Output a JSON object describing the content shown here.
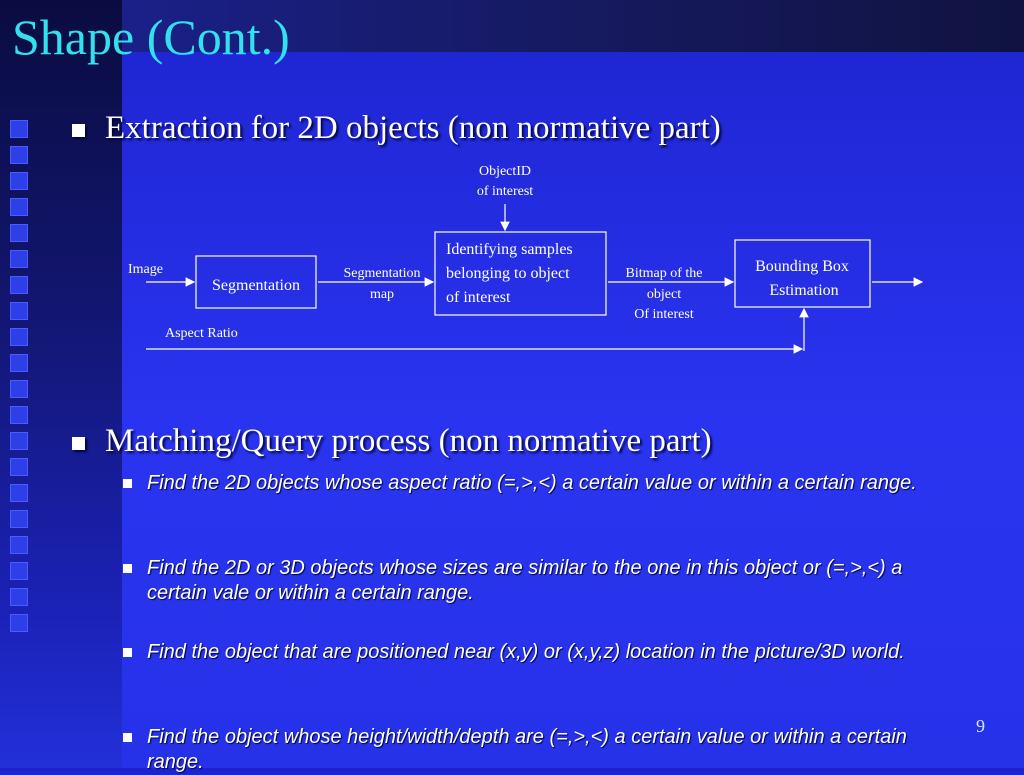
{
  "slide": {
    "title": "Shape (Cont.)",
    "page_number": "9"
  },
  "section1": {
    "heading": "Extraction for 2D objects (non normative part)"
  },
  "diagram": {
    "input_label": "Image",
    "objectid_line1": "ObjectID",
    "objectid_line2": "of interest",
    "segmentation_box": "Segmentation",
    "segmap_line1": "Segmentation",
    "segmap_line2": "map",
    "identify_line1": "Identifying samples",
    "identify_line2": "belonging to object",
    "identify_line3": "of interest",
    "bitmap_line1": "Bitmap of the",
    "bitmap_line2": "object",
    "bitmap_line3": "Of interest",
    "bbox_line1": "Bounding Box",
    "bbox_line2": "Estimation",
    "aspect_label": "Aspect Ratio"
  },
  "section2": {
    "heading": "Matching/Query process (non normative part)",
    "items": [
      "Find the 2D objects whose aspect ratio (=,>,<) a certain value or within a certain range.",
      "Find the 2D or 3D objects whose sizes are similar to the one in this object or (=,>,<) a certain vale or within a certain range.",
      "Find the object that are positioned near (x,y) or (x,y,z) location in the picture/3D world.",
      "Find the object whose height/width/depth are (=,>,<) a certain value or within a certain range."
    ]
  }
}
